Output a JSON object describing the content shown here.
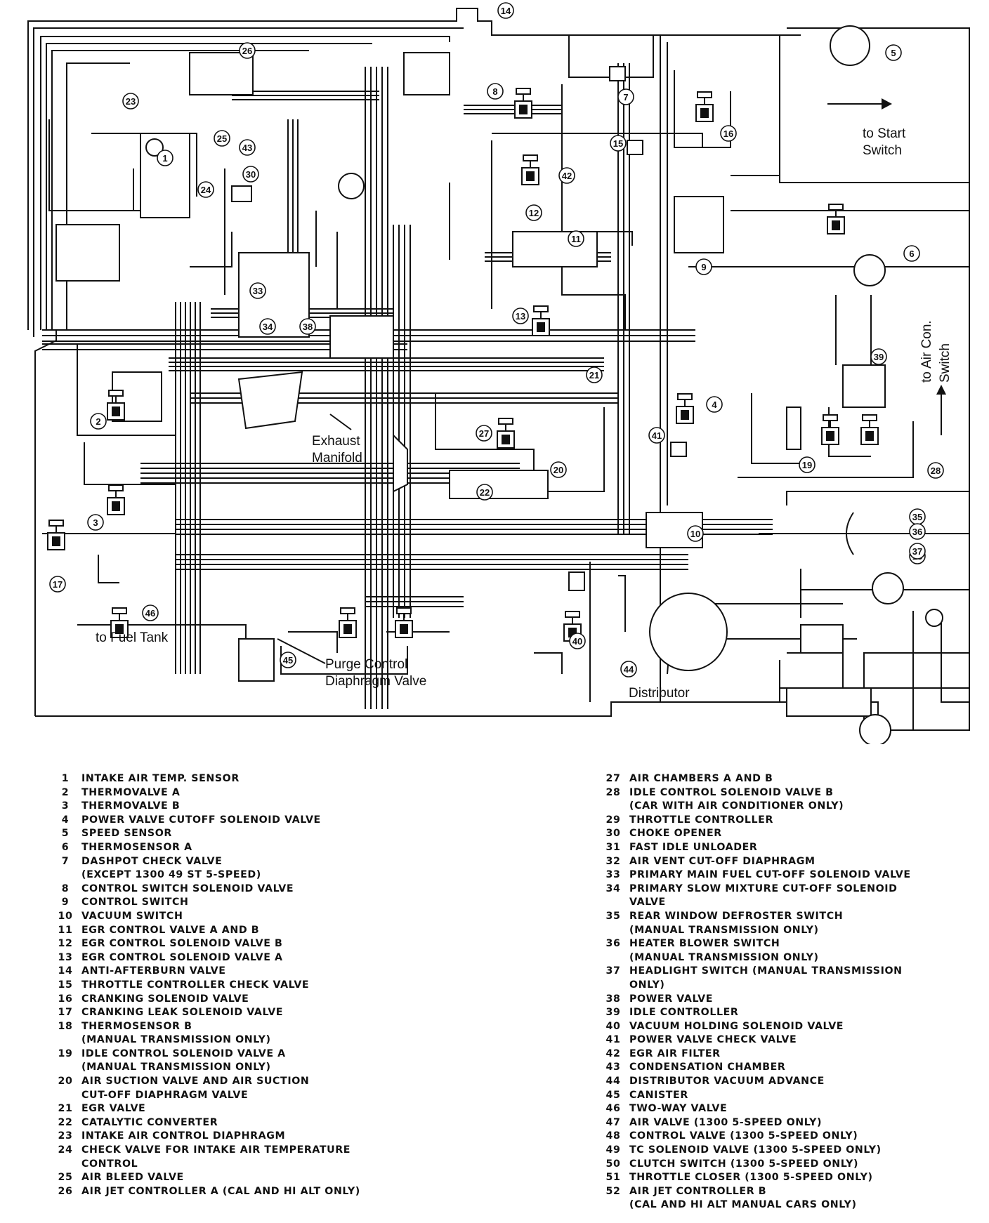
{
  "diagram": {
    "labels": {
      "start_switch": [
        "to Start",
        "Switch"
      ],
      "air_con_switch": [
        "to Air Con.",
        "Switch"
      ],
      "exhaust_manifold": [
        "Exhaust",
        "Manifold"
      ],
      "fuel_tank": "to Fuel Tank",
      "purge_control": [
        "Purge Control",
        "Diaphragm Valve"
      ],
      "distributor": "Distributor"
    },
    "callouts": [
      "1",
      "2",
      "3",
      "4",
      "5",
      "6",
      "7",
      "8",
      "9",
      "10",
      "11",
      "12",
      "13",
      "14",
      "15",
      "16",
      "17",
      "18",
      "19",
      "20",
      "21",
      "22",
      "23",
      "24",
      "25",
      "26",
      "27",
      "28",
      "30",
      "33",
      "34",
      "35",
      "36",
      "37",
      "38",
      "39",
      "40",
      "41",
      "42",
      "43",
      "44",
      "45",
      "46"
    ]
  },
  "legend": {
    "left": [
      {
        "num": "1",
        "text": "INTAKE AIR TEMP. SENSOR"
      },
      {
        "num": "2",
        "text": "THERMOVALVE A"
      },
      {
        "num": "3",
        "text": "THERMOVALVE B"
      },
      {
        "num": "4",
        "text": "POWER VALVE CUTOFF SOLENOID VALVE"
      },
      {
        "num": "5",
        "text": "SPEED SENSOR"
      },
      {
        "num": "6",
        "text": "THERMOSENSOR A"
      },
      {
        "num": "7",
        "text": "DASHPOT CHECK VALVE"
      },
      {
        "num": "",
        "text": "(EXCEPT 1300 49 ST 5-SPEED)"
      },
      {
        "num": "8",
        "text": "CONTROL SWITCH SOLENOID VALVE"
      },
      {
        "num": "9",
        "text": "CONTROL SWITCH"
      },
      {
        "num": "10",
        "text": "VACUUM SWITCH"
      },
      {
        "num": "11",
        "text": "EGR CONTROL VALVE A AND B"
      },
      {
        "num": "12",
        "text": "EGR CONTROL SOLENOID VALVE B"
      },
      {
        "num": "13",
        "text": "EGR CONTROL SOLENOID VALVE A"
      },
      {
        "num": "14",
        "text": "ANTI-AFTERBURN VALVE"
      },
      {
        "num": "15",
        "text": "THROTTLE CONTROLLER CHECK VALVE"
      },
      {
        "num": "16",
        "text": "CRANKING SOLENOID VALVE"
      },
      {
        "num": "17",
        "text": "CRANKING LEAK SOLENOID VALVE"
      },
      {
        "num": "18",
        "text": "THERMOSENSOR B"
      },
      {
        "num": "",
        "text": "(MANUAL TRANSMISSION ONLY)"
      },
      {
        "num": "19",
        "text": "IDLE CONTROL SOLENOID VALVE A"
      },
      {
        "num": "",
        "text": "(MANUAL TRANSMISSION ONLY)"
      },
      {
        "num": "20",
        "text": "AIR SUCTION VALVE AND AIR SUCTION"
      },
      {
        "num": "",
        "text": "CUT-OFF DIAPHRAGM VALVE"
      },
      {
        "num": "21",
        "text": "EGR VALVE"
      },
      {
        "num": "22",
        "text": "CATALYTIC CONVERTER"
      },
      {
        "num": "23",
        "text": "INTAKE AIR CONTROL DIAPHRAGM"
      },
      {
        "num": "24",
        "text": "CHECK VALVE FOR INTAKE AIR TEMPERATURE"
      },
      {
        "num": "",
        "text": "CONTROL"
      },
      {
        "num": "25",
        "text": "AIR BLEED VALVE"
      },
      {
        "num": "26",
        "text": "AIR JET CONTROLLER A (CAL AND HI ALT ONLY)"
      }
    ],
    "right": [
      {
        "num": "27",
        "text": "AIR CHAMBERS A AND B"
      },
      {
        "num": "28",
        "text": "IDLE CONTROL SOLENOID VALVE B"
      },
      {
        "num": "",
        "text": "(CAR WITH AIR CONDITIONER ONLY)"
      },
      {
        "num": "29",
        "text": "THROTTLE CONTROLLER"
      },
      {
        "num": "30",
        "text": "CHOKE OPENER"
      },
      {
        "num": "31",
        "text": "FAST IDLE UNLOADER"
      },
      {
        "num": "32",
        "text": "AIR VENT CUT-OFF DIAPHRAGM"
      },
      {
        "num": "33",
        "text": "PRIMARY MAIN FUEL CUT-OFF SOLENOID VALVE"
      },
      {
        "num": "34",
        "text": "PRIMARY SLOW MIXTURE CUT-OFF SOLENOID"
      },
      {
        "num": "",
        "text": "VALVE"
      },
      {
        "num": "35",
        "text": "REAR WINDOW DEFROSTER SWITCH"
      },
      {
        "num": "",
        "text": "(MANUAL TRANSMISSION ONLY)"
      },
      {
        "num": "36",
        "text": "HEATER BLOWER SWITCH"
      },
      {
        "num": "",
        "text": "(MANUAL TRANSMISSION ONLY)"
      },
      {
        "num": "37",
        "text": "HEADLIGHT SWITCH (MANUAL TRANSMISSION"
      },
      {
        "num": "",
        "text": "ONLY)"
      },
      {
        "num": "38",
        "text": "POWER VALVE"
      },
      {
        "num": "39",
        "text": "IDLE CONTROLLER"
      },
      {
        "num": "40",
        "text": "VACUUM HOLDING SOLENOID VALVE"
      },
      {
        "num": "41",
        "text": "POWER VALVE CHECK VALVE"
      },
      {
        "num": "42",
        "text": "EGR AIR FILTER"
      },
      {
        "num": "43",
        "text": "CONDENSATION CHAMBER"
      },
      {
        "num": "44",
        "text": "DISTRIBUTOR VACUUM ADVANCE"
      },
      {
        "num": "45",
        "text": "CANISTER"
      },
      {
        "num": "46",
        "text": "TWO-WAY VALVE"
      },
      {
        "num": "47",
        "text": "AIR VALVE (1300 5-SPEED ONLY)"
      },
      {
        "num": "48",
        "text": "CONTROL VALVE (1300 5-SPEED ONLY)"
      },
      {
        "num": "49",
        "text": "TC SOLENOID VALVE (1300 5-SPEED ONLY)"
      },
      {
        "num": "50",
        "text": "CLUTCH SWITCH (1300 5-SPEED ONLY)"
      },
      {
        "num": "51",
        "text": "THROTTLE CLOSER (1300 5-SPEED ONLY)"
      },
      {
        "num": "52",
        "text": "AIR JET CONTROLLER B"
      },
      {
        "num": "",
        "text": "(CAL AND HI ALT MANUAL CARS ONLY)"
      }
    ]
  }
}
